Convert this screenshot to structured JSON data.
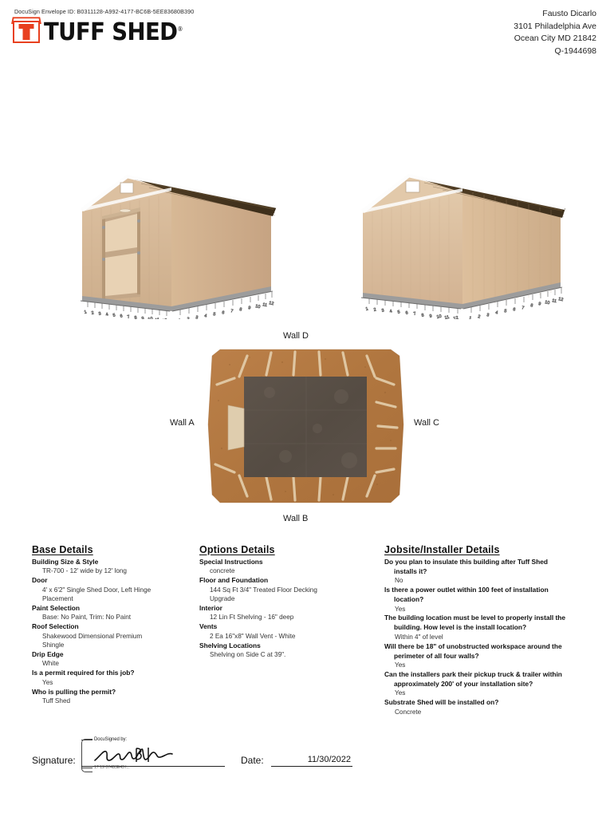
{
  "header": {
    "envelope_id": "DocuSign Envelope ID: B0311128-A992-4177-BC6B-5EE83680B390",
    "logo_text": "TUFF SHED",
    "logo_tm": "®",
    "customer_name": "Fausto Dicarlo",
    "address_line": "3101 Philadelphia Ave",
    "city_state_zip": "Ocean City MD 21842",
    "quote_number": "Q-1944698"
  },
  "floorplan": {
    "wall_d": "Wall D",
    "wall_a": "Wall A",
    "wall_c": "Wall C",
    "wall_b": "Wall B"
  },
  "base_details": {
    "heading": "Base Details",
    "items": [
      {
        "q": "Building Size & Style",
        "a": "TR-700 - 12' wide by 12' long"
      },
      {
        "q": "Door",
        "a": "4' x 6'2\" Single Shed Door, Left Hinge",
        "a2": "Placement"
      },
      {
        "q": "Paint Selection",
        "a": "Base: No Paint, Trim: No Paint"
      },
      {
        "q": "Roof Selection",
        "a": "Shakewood Dimensional Premium",
        "a2": "Shingle"
      },
      {
        "q": "Drip Edge",
        "a": "White"
      },
      {
        "q": "Is a permit required for this job?",
        "a": "Yes"
      },
      {
        "q": "Who is pulling the permit?",
        "a": "Tuff Shed"
      }
    ]
  },
  "options_details": {
    "heading": "Options Details",
    "items": [
      {
        "q": "Special Instructions",
        "a": "concrete"
      },
      {
        "q": "Floor and Foundation",
        "a": "144 Sq Ft 3/4\" Treated Floor Decking",
        "a2": "Upgrade"
      },
      {
        "q": "Interior",
        "a": "12 Lin Ft Shelving - 16\" deep"
      },
      {
        "q": "Vents",
        "a": "2 Ea 16\"x8\" Wall Vent - White"
      },
      {
        "q": "Shelving Locations",
        "a": "Shelving on Side C at 39\"."
      }
    ]
  },
  "jobsite_details": {
    "heading": "Jobsite/Installer Details",
    "items": [
      {
        "q": "Do you plan to insulate this building after Tuff Shed",
        "q2": "installs it?",
        "a": "No"
      },
      {
        "q": "Is there a power outlet within 100 feet of installation",
        "q2": "location?",
        "a": "Yes"
      },
      {
        "q": "The building location must be level to properly install the",
        "q2": "building. How level is the install location?",
        "a": "Within 4\" of level"
      },
      {
        "q": "Will there be 18\" of unobstructed workspace around the",
        "q2": "perimeter of all four walls?",
        "a": "Yes"
      },
      {
        "q": "Can the installers park their pickup truck & trailer within",
        "q2": "approximately 200' of your installation site?",
        "a": "Yes"
      },
      {
        "q": "Substrate Shed will be installed on?",
        "a": "Concrete"
      }
    ]
  },
  "signature": {
    "label": "Signature:",
    "docusign_top": "DocuSigned by:",
    "docusign_bottom": "17´19´074B3E43 I...",
    "date_label": "Date:",
    "date_value": "11/30/2022"
  },
  "colors": {
    "logo_red": "#e8401f",
    "siding": "#d9bb99",
    "siding_dark": "#c9a987",
    "roof": "#4a3a22",
    "roof_light": "#5d4a2c",
    "osb": "#b5783f",
    "interior": "#595048",
    "trim": "#ffffff",
    "ruler": "#6d6d6d"
  },
  "ruler": {
    "left_ticks": [
      "12",
      "11",
      "10",
      "9",
      "8",
      "7",
      "6",
      "5",
      "4",
      "3",
      "2",
      "1"
    ],
    "right_ticks": [
      "1",
      "2",
      "3",
      "4",
      "5",
      "6",
      "7",
      "8",
      "9",
      "10",
      "11",
      "12"
    ]
  }
}
